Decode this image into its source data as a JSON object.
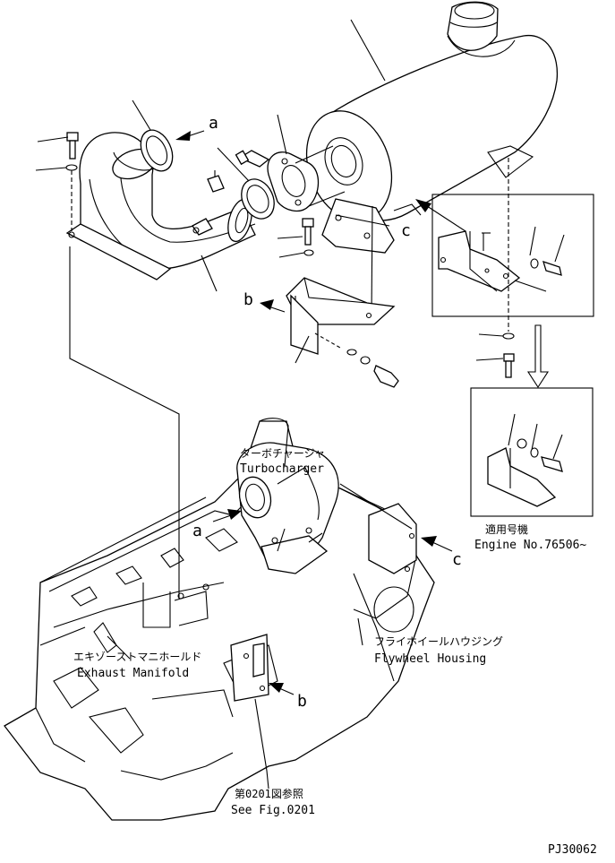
{
  "callouts": {
    "a1": "a",
    "a2": "a",
    "b1": "b",
    "b2": "b",
    "c1": "c",
    "c2": "c"
  },
  "labels": {
    "turbocharger_jp": "ターボチャージャ",
    "turbocharger_en": "Turbocharger",
    "exhaust_manifold_jp": "エキゾーストマニホールド",
    "exhaust_manifold_en": "Exhaust Manifold",
    "flywheel_housing_jp": "フライホイールハウジング",
    "flywheel_housing_en": "Flywheel Housing",
    "see_fig_jp": "第0201図参照",
    "see_fig_en": "See Fig.0201",
    "applicable_jp": "適用号機",
    "applicable_en": "Engine No.76506~"
  },
  "drawing_code": "PJ30062"
}
